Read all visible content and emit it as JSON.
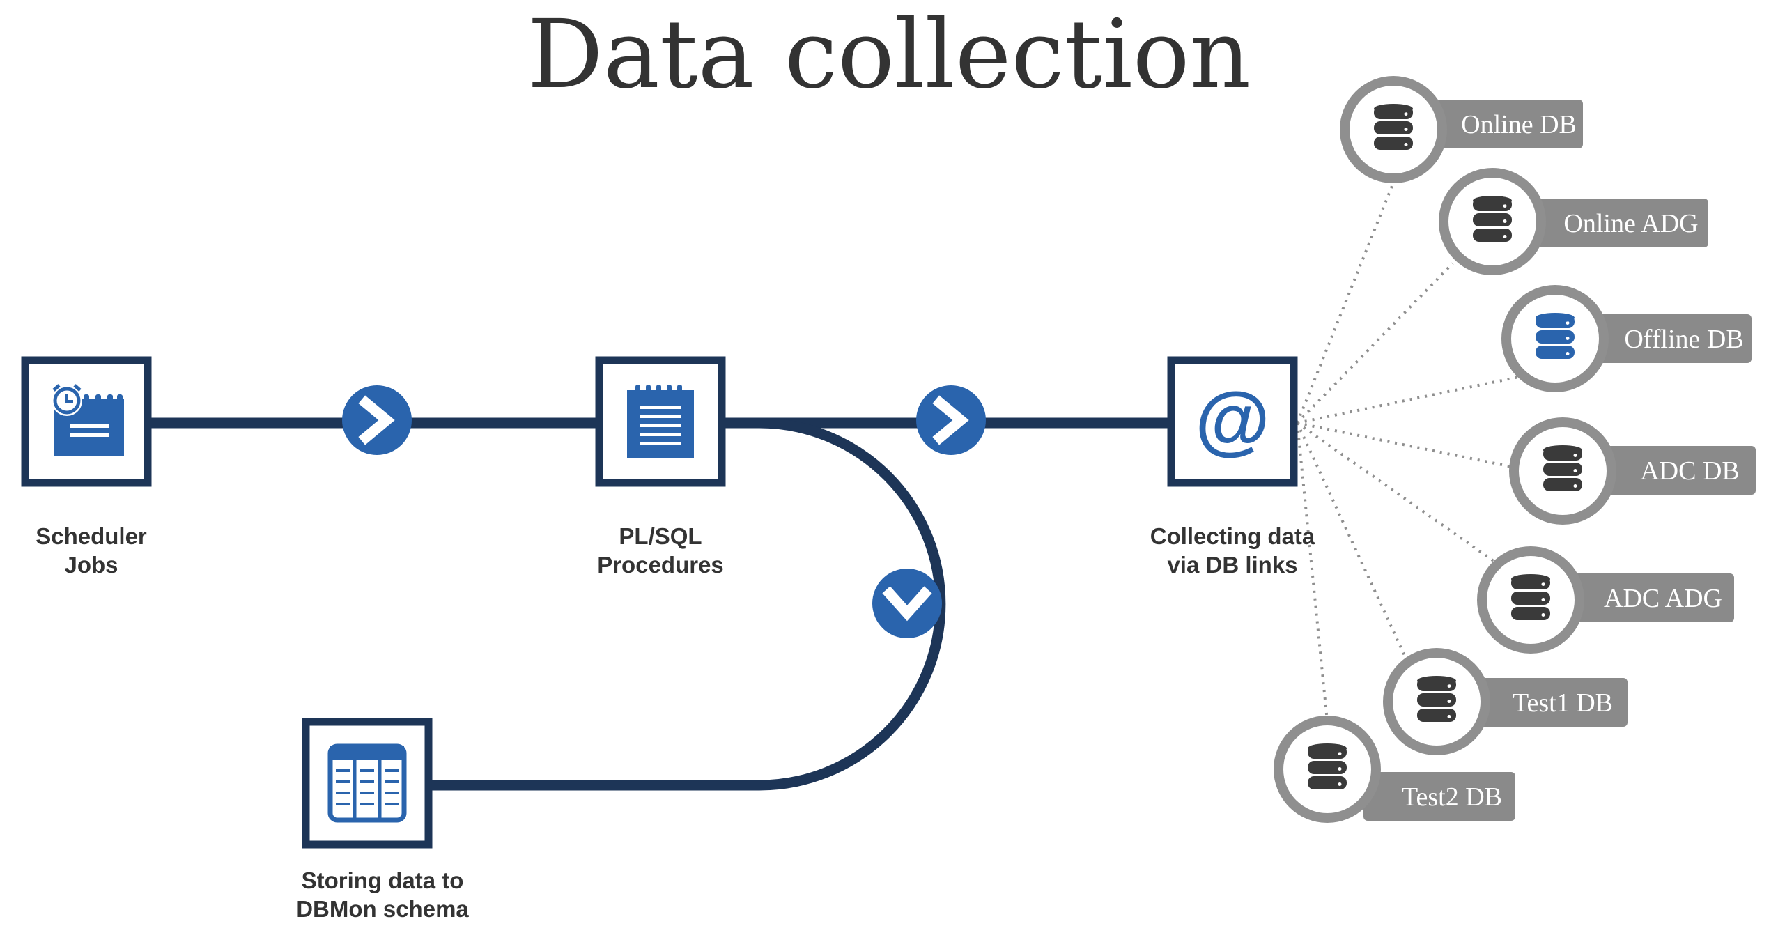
{
  "title": "Data collection",
  "colors": {
    "navy": "#1d3557",
    "accent_blue": "#2a64ad",
    "label_gray": "#8a8a8a",
    "ring_gray": "#8f8f8f",
    "db_dark": "#3a3a3a",
    "text": "#333333"
  },
  "nodes": [
    {
      "id": "scheduler",
      "icon": "calendar-clock-icon",
      "label_lines": [
        "Scheduler",
        "Jobs"
      ]
    },
    {
      "id": "plsql",
      "icon": "notepad-icon",
      "label_lines": [
        "PL/SQL",
        "Procedures"
      ]
    },
    {
      "id": "collect",
      "icon": "at-sign-icon",
      "icon_text": "@",
      "label_lines": [
        "Collecting data",
        "via DB links"
      ]
    },
    {
      "id": "storing",
      "icon": "table-icon",
      "label_lines": [
        "Storing data to",
        "DBMon schema"
      ]
    }
  ],
  "connectors": [
    {
      "id": "scheduler-to-plsql",
      "icon": "chevron-right-icon"
    },
    {
      "id": "plsql-to-collect",
      "icon": "chevron-right-icon"
    },
    {
      "id": "plsql-to-storing",
      "icon": "chevron-down-icon"
    }
  ],
  "databases": [
    {
      "label": "Online DB",
      "highlight": false
    },
    {
      "label": "Online ADG",
      "highlight": false
    },
    {
      "label": "Offline DB",
      "highlight": true
    },
    {
      "label": "ADC DB",
      "highlight": false
    },
    {
      "label": "ADC ADG",
      "highlight": false
    },
    {
      "label": "Test1 DB",
      "highlight": false
    },
    {
      "label": "Test2 DB",
      "highlight": false
    }
  ]
}
